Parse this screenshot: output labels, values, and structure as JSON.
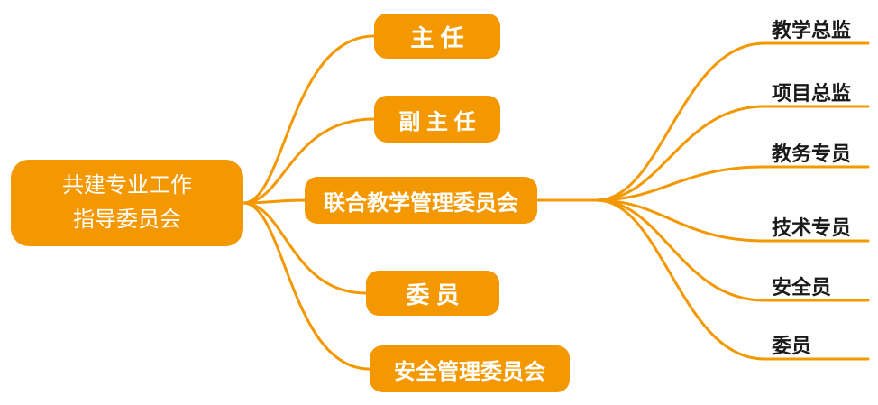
{
  "colors": {
    "accent": "#F39800",
    "node_text": "#FFFFFF",
    "leaf_text": "#1A1A1A"
  },
  "root": {
    "label_line1": "共建专业工作",
    "label_line2": "指导委员会"
  },
  "branches": [
    {
      "label": "主 任"
    },
    {
      "label": "副 主 任"
    },
    {
      "label": "联合教学管理委员会"
    },
    {
      "label": "委 员"
    },
    {
      "label": "安全管理委员会"
    }
  ],
  "leaves": [
    {
      "label": "教学总监"
    },
    {
      "label": "项目总监"
    },
    {
      "label": "教务专员"
    },
    {
      "label": "技术专员"
    },
    {
      "label": "安全员"
    },
    {
      "label": "委员"
    }
  ]
}
